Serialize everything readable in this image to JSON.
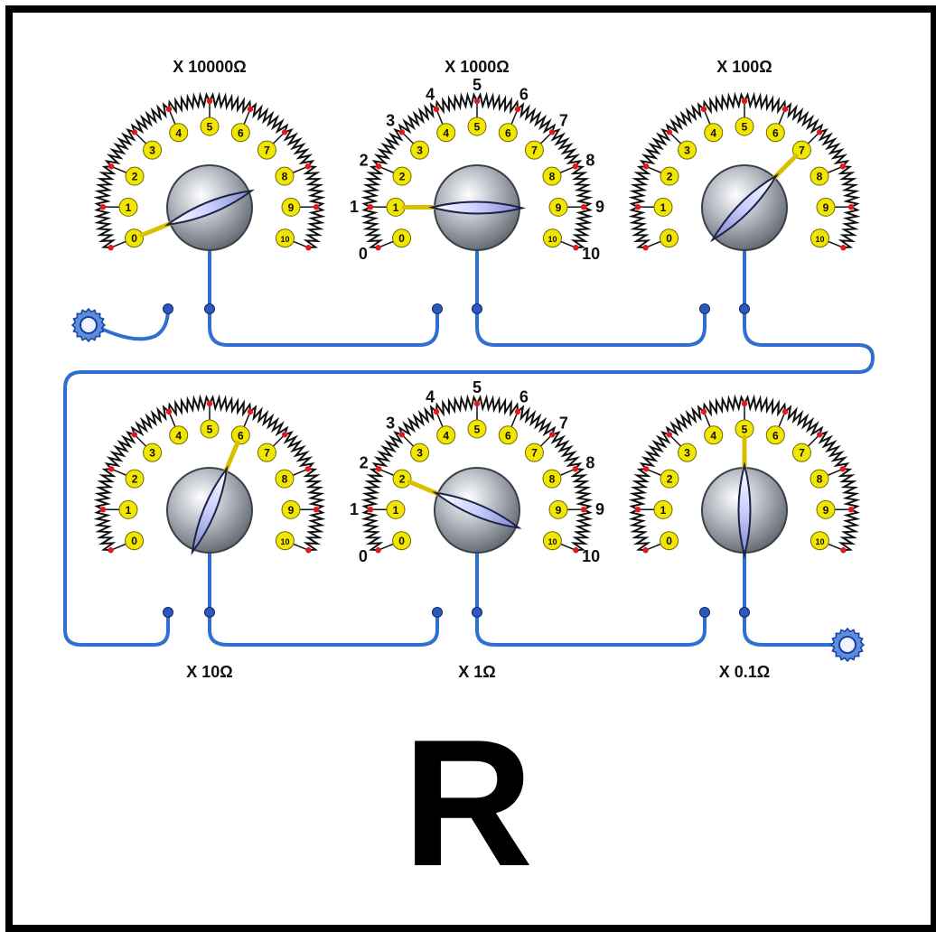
{
  "diagram": {
    "big_letter": "R",
    "dials": [
      {
        "multiplier": "X 10000Ω",
        "setting": 0,
        "outer_numbers": false
      },
      {
        "multiplier": "X 1000Ω",
        "setting": 1,
        "outer_numbers": true
      },
      {
        "multiplier": "X 100Ω",
        "setting": 7,
        "outer_numbers": false
      },
      {
        "multiplier": "X 10Ω",
        "setting": 6,
        "outer_numbers": false
      },
      {
        "multiplier": "X 1Ω",
        "setting": 2,
        "outer_numbers": true
      },
      {
        "multiplier": "X 0.1Ω",
        "setting": 5,
        "outer_numbers": false
      }
    ],
    "contact_labels": [
      "0",
      "1",
      "2",
      "3",
      "4",
      "5",
      "6",
      "7",
      "8",
      "9",
      "10"
    ]
  },
  "colors": {
    "wire": "#2f6fd0",
    "contact_pad": "#f2e600",
    "resistor": "#111111",
    "node": "#e01a1a",
    "knob": "#9aa0a8",
    "pointer": "#b8c4ff"
  }
}
